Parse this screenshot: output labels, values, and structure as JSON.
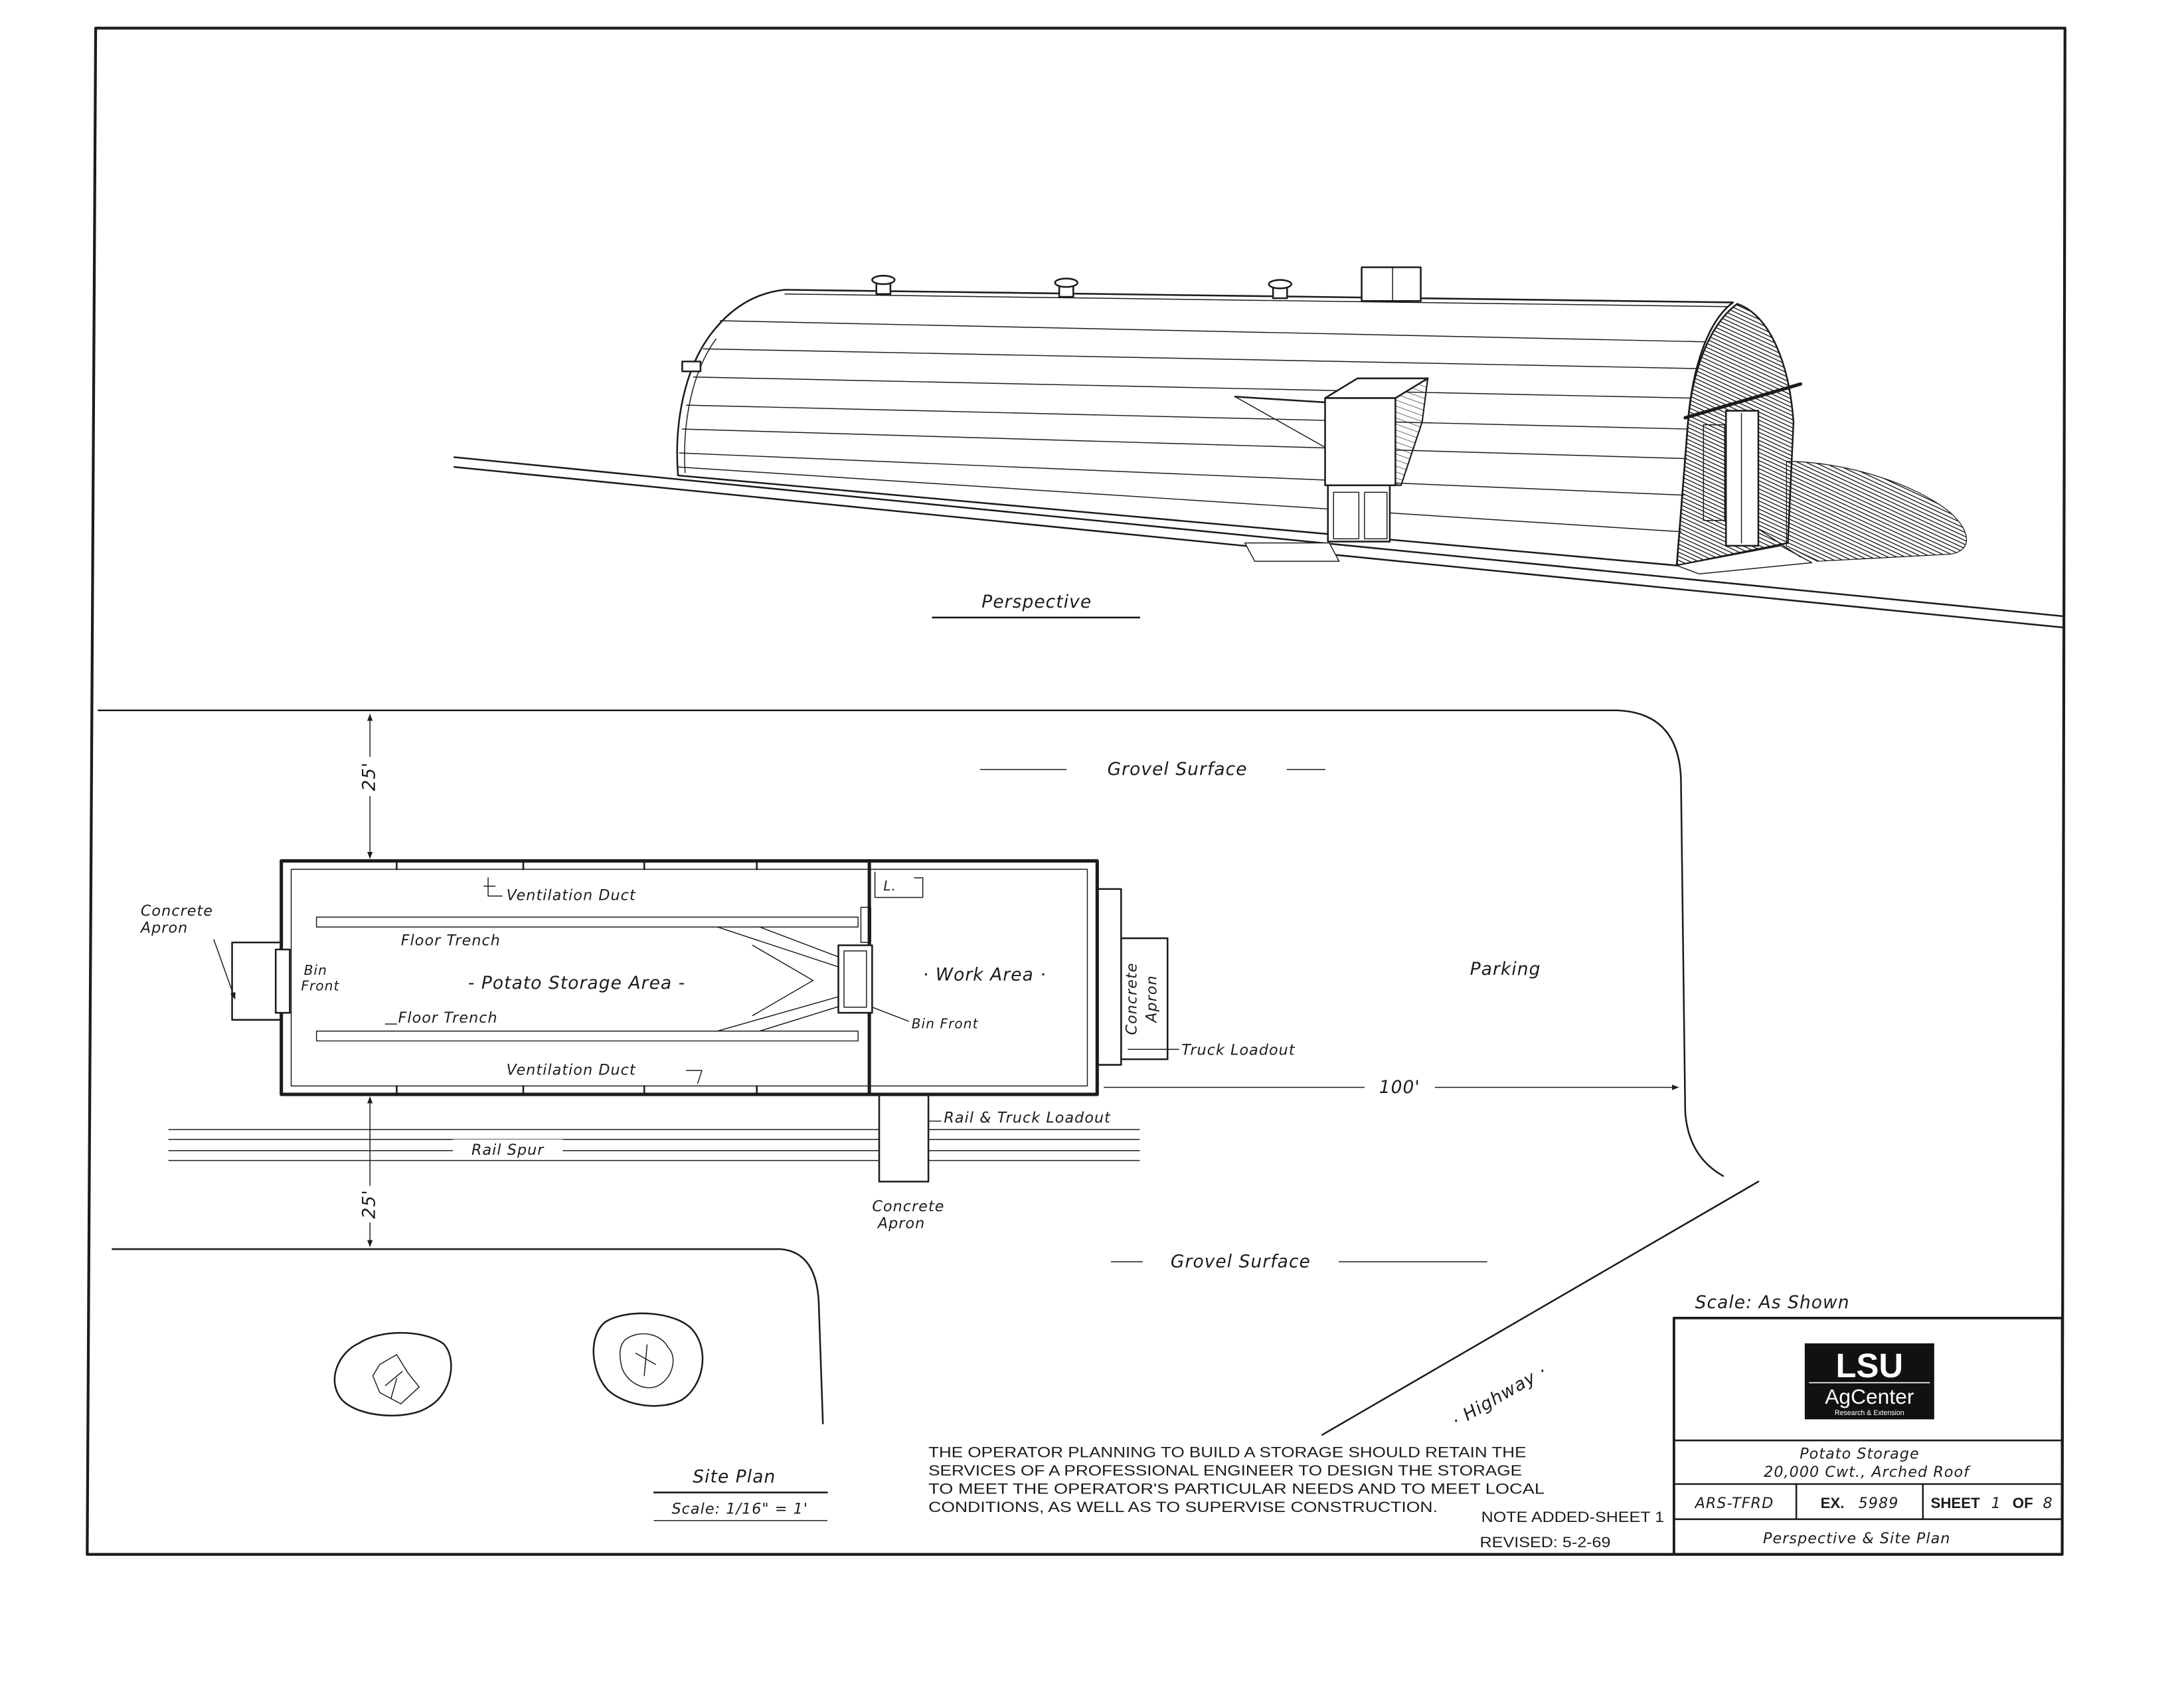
{
  "colors": {
    "ink": "#1c1c1c",
    "paper": "#ffffff"
  },
  "perspective": {
    "caption": "Perspective"
  },
  "site_plan": {
    "caption": "Site Plan",
    "scale": "Scale: 1/16\" = 1'",
    "dimensions": {
      "setback_top": "25'",
      "setback_bottom": "25'",
      "to_curb": "100'"
    },
    "gravel_surface_top": "Grovel Surface",
    "gravel_surface_bottom": "Grovel Surface",
    "parking": "Parking",
    "highway": "· Highway ·",
    "rail_spur": "Rail Spur",
    "rail_truck_loadout": "Rail & Truck Loadout",
    "truck_loadout": "Truck Loadout",
    "concrete_apron_left": [
      "Concrete",
      "Apron"
    ],
    "concrete_apron_right": [
      "Concrete",
      "Apron"
    ],
    "concrete_apron_bottom": [
      "Concrete",
      "Apron"
    ],
    "building": {
      "ventilation_duct_top": "Ventilation Duct",
      "ventilation_duct_bottom": "Ventilation Duct",
      "floor_trench_top": "Floor Trench",
      "floor_trench_bottom": "Floor Trench",
      "bin_front_left": [
        "Bin",
        "Front"
      ],
      "bin_front_right": "Bin Front",
      "storage_area": "- Potato Storage Area -",
      "work_area": "· Work Area ·",
      "lavatory": "L."
    }
  },
  "notes": {
    "lines": [
      "THE OPERATOR PLANNING TO BUILD A STORAGE SHOULD RETAIN THE",
      "SERVICES OF A PROFESSIONAL ENGINEER TO DESIGN THE STORAGE",
      "TO MEET THE OPERATOR'S PARTICULAR NEEDS AND TO MEET LOCAL",
      "CONDITIONS, AS WELL AS TO SUPERVISE CONSTRUCTION."
    ],
    "note_added": "NOTE ADDED-SHEET 1",
    "revised": "REVISED: 5-2-69"
  },
  "title_block": {
    "scale": "Scale: As Shown",
    "logo": {
      "top": "LSU",
      "middle": "AgCenter",
      "bottom": "Research & Extension"
    },
    "title": "Potato Storage",
    "subtitle": "20,000 Cwt., Arched Roof",
    "series": "ARS-TFRD",
    "ex_label": "EX.",
    "ex_number": "5989",
    "sheet_label": "SHEET",
    "sheet_number": "1",
    "sheet_of": "OF",
    "sheet_total": "8",
    "sheet_title": "Perspective & Site Plan"
  }
}
